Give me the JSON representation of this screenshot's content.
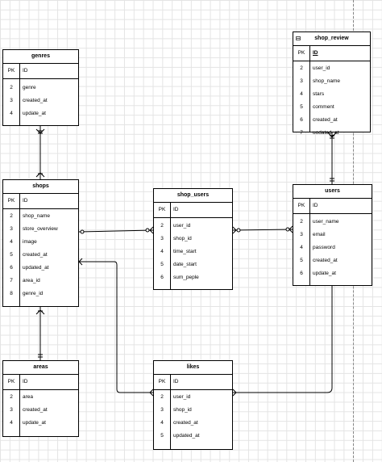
{
  "entities": {
    "genres": {
      "title": "genres",
      "pk": {
        "key": "PK",
        "field": "ID"
      },
      "rows": [
        {
          "key": "2",
          "field": "genre"
        },
        {
          "key": "3",
          "field": "created_at"
        },
        {
          "key": "4",
          "field": "update_at"
        }
      ]
    },
    "shop_review": {
      "title": "shop_review",
      "pk": {
        "key": "PK",
        "field": "ID"
      },
      "rows": [
        {
          "key": "2",
          "field": "user_id"
        },
        {
          "key": "3",
          "field": "shop_name"
        },
        {
          "key": "4",
          "field": "stars"
        },
        {
          "key": "5",
          "field": "comment"
        },
        {
          "key": "6",
          "field": "created_at"
        },
        {
          "key": "7",
          "field": "uodated_at"
        }
      ]
    },
    "shops": {
      "title": "shops",
      "pk": {
        "key": "PK",
        "field": "ID"
      },
      "rows": [
        {
          "key": "2",
          "field": "shop_name"
        },
        {
          "key": "3",
          "field": "store_overview"
        },
        {
          "key": "4",
          "field": "image"
        },
        {
          "key": "5",
          "field": "created_at"
        },
        {
          "key": "6",
          "field": "updated_at"
        },
        {
          "key": "7",
          "field": "area_id"
        },
        {
          "key": "8",
          "field": "genre_id"
        }
      ]
    },
    "shop_users": {
      "title": "shop_users",
      "pk": {
        "key": "PK",
        "field": "ID"
      },
      "rows": [
        {
          "key": "2",
          "field": "user_id"
        },
        {
          "key": "3",
          "field": "shop_id"
        },
        {
          "key": "4",
          "field": "time_start"
        },
        {
          "key": "5",
          "field": "date_start"
        },
        {
          "key": "6",
          "field": "sum_peple"
        }
      ]
    },
    "users": {
      "title": "users",
      "pk": {
        "key": "PK",
        "field": "ID"
      },
      "rows": [
        {
          "key": "2",
          "field": "user_name"
        },
        {
          "key": "3",
          "field": "email"
        },
        {
          "key": "4",
          "field": "password"
        },
        {
          "key": "5",
          "field": "created_at"
        },
        {
          "key": "6",
          "field": "update_at"
        }
      ]
    },
    "areas": {
      "title": "areas",
      "pk": {
        "key": "PK",
        "field": "ID"
      },
      "rows": [
        {
          "key": "2",
          "field": "area"
        },
        {
          "key": "3",
          "field": "created_at"
        },
        {
          "key": "4",
          "field": "update_at"
        }
      ]
    },
    "likes": {
      "title": "likes",
      "pk": {
        "key": "PK",
        "field": "ID"
      },
      "rows": [
        {
          "key": "2",
          "field": "user_id"
        },
        {
          "key": "3",
          "field": "shop_id"
        },
        {
          "key": "4",
          "field": "created_at"
        },
        {
          "key": "5",
          "field": "updated_at"
        }
      ]
    }
  },
  "colors": {
    "line": "#000000",
    "grid": "#e4e4e4",
    "background": "#ffffff"
  }
}
